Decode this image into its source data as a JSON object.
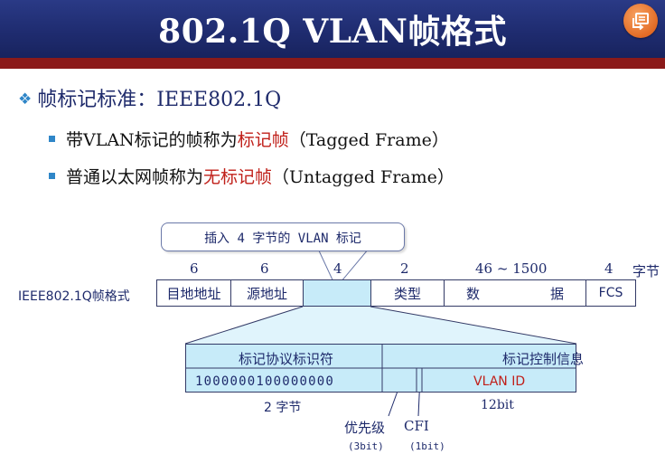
{
  "header": {
    "title": "802.1Q VLAN帧格式"
  },
  "intro": {
    "heading": "帧标记标准：IEEE802.1Q",
    "items": [
      {
        "pre": "带VLAN标记的帧称为",
        "highlight": "标记帧",
        "post": "（Tagged Frame）"
      },
      {
        "pre": "普通以太网帧称为",
        "highlight": "无标记帧",
        "post": "（Untagged Frame）"
      }
    ]
  },
  "diagram": {
    "callout": "插入 4 字节的 VLAN 标记",
    "frame_label": "IEEE802.1Q帧格式",
    "sizes": [
      "6",
      "6",
      "4",
      "2",
      "46 ~ 1500",
      "4"
    ],
    "size_unit": "字节",
    "fields": [
      "目地地址",
      "源地址",
      "",
      "类型",
      "数",
      "据",
      "FCS"
    ],
    "tag": {
      "tpid_label": "标记协议标识符",
      "tci_label": "标记控制信息",
      "tpid_bits": "1000000100000000",
      "vlan_id_label": "VLAN ID",
      "tpid_size": "2 字节",
      "vlan_id_size": "12bit",
      "priority_label": "优先级",
      "priority_bits": "(3bit)",
      "cfi_label": "CFI",
      "cfi_bits": "(1bit)"
    },
    "colors": {
      "tag_fill": "#c7ebf9",
      "highlight": "#c0201a",
      "text": "#1e2a6b"
    }
  }
}
